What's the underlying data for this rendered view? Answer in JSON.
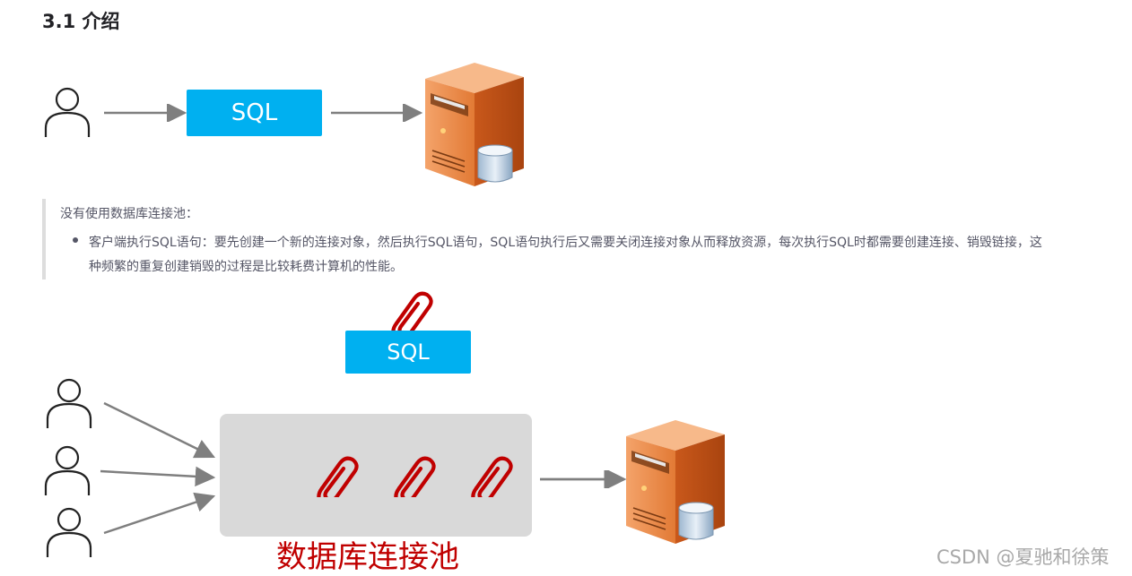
{
  "heading": "3.1 介绍",
  "diagram_top": {
    "sql_label": "SQL"
  },
  "quote": {
    "title": "没有使用数据库连接池：",
    "bullet": "客户端执行SQL语句：要先创建一个新的连接对象，然后执行SQL语句，SQL语句执行后又需要关闭连接对象从而释放资源，每次执行SQL时都需要创建连接、销毁链接，这种频繁的重复创建销毁的过程是比较耗费计算机的性能。"
  },
  "diagram_bottom": {
    "sql_label": "SQL",
    "pool_label": "数据库连接池"
  },
  "watermark": "CSDN @夏驰和徐策",
  "colors": {
    "sql_box": "#00b0f0",
    "pool_box": "#d9d9d9",
    "pool_label": "#c00000",
    "paperclip": "#c00000",
    "server_orange": "#e8773a",
    "arrow": "#7f7f7f"
  }
}
